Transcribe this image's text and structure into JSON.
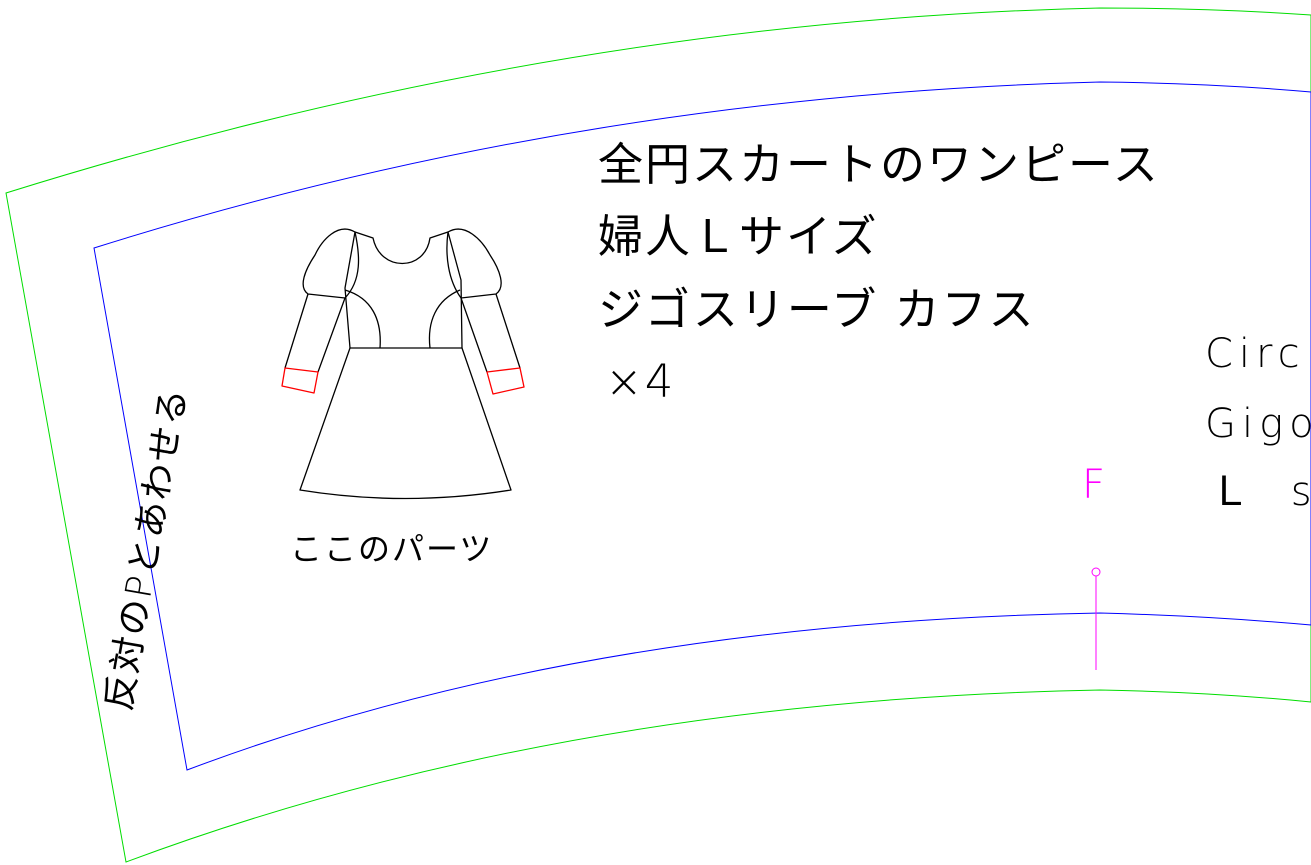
{
  "pattern": {
    "title_ja": "全円スカートのワンピース",
    "size_ja": "婦人Ｌサイズ",
    "piece_ja": "ジゴスリーブ カフス",
    "count": "×4",
    "diagram_caption": "ここのパーツ",
    "side_note": "反対のPとあわせる",
    "title_en_partial": "Circ",
    "piece_en_partial": "Gigo",
    "size_en_partial": "Ｌ s",
    "fold_mark": "F"
  },
  "colors": {
    "seam_allowance": "#00dd00",
    "finish_line": "#0000ff",
    "fold_mark": "#ff00ff",
    "highlight_part": "#ff0000",
    "outline": "#000000"
  }
}
